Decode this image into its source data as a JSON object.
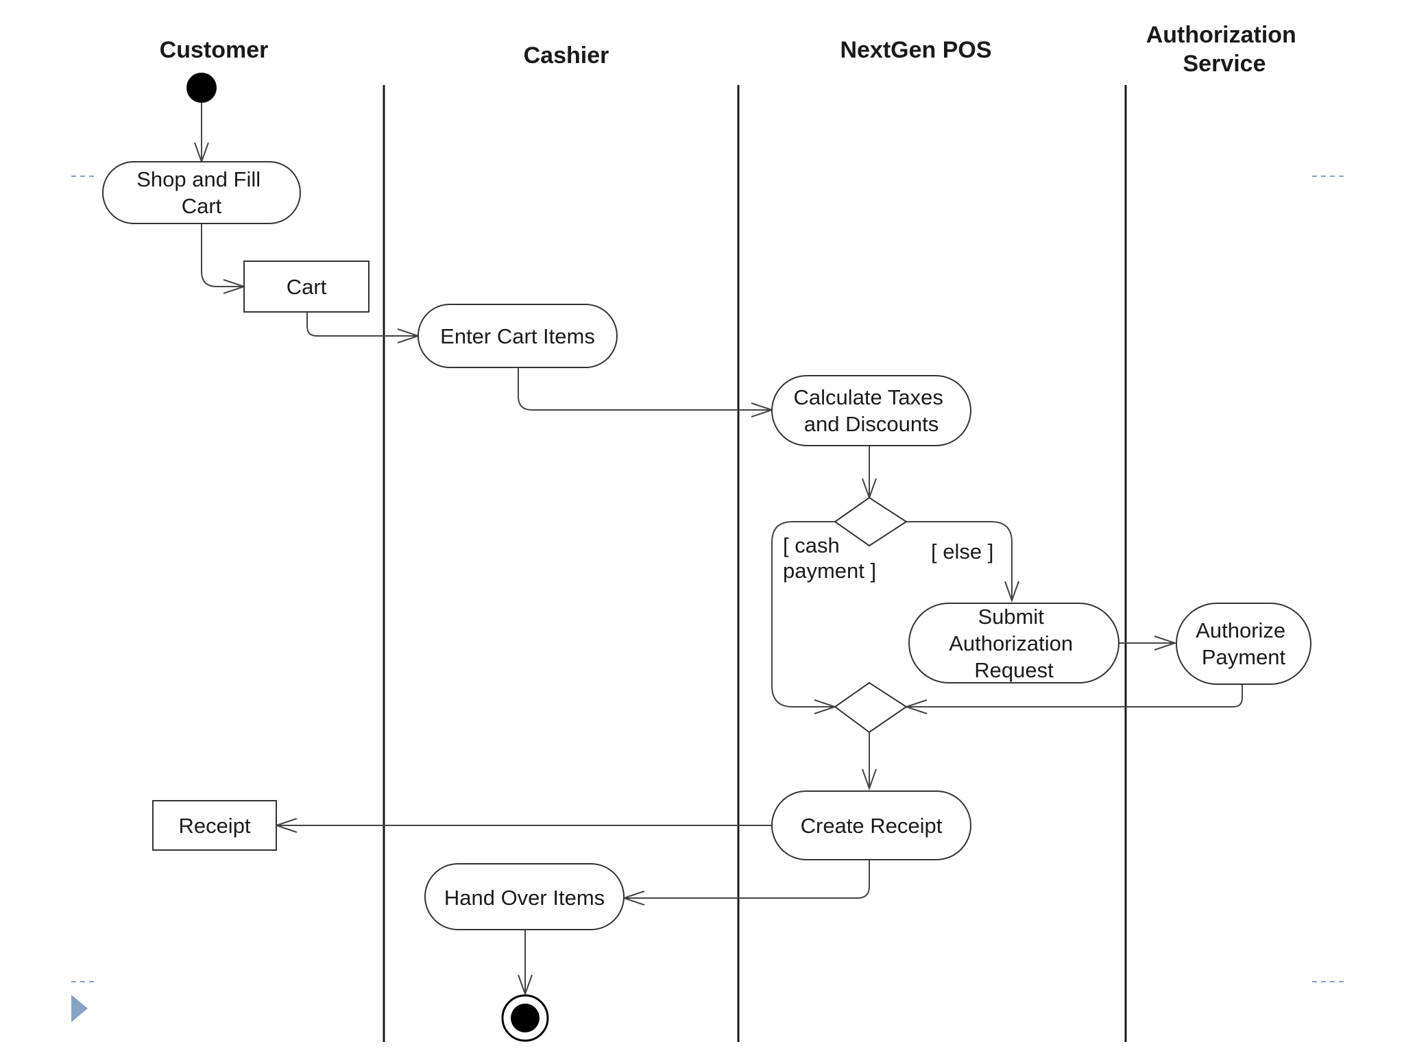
{
  "lanes": {
    "customer": "Customer",
    "cashier": "Cashier",
    "pos": "NextGen POS",
    "auth_line1": "Authorization",
    "auth_line2": "Service"
  },
  "nodes": {
    "shop_fill_cart": [
      "Shop and Fill",
      "Cart"
    ],
    "cart": "Cart",
    "enter_cart_items": "Enter Cart Items",
    "calculate_taxes": [
      "Calculate Taxes",
      "and Discounts"
    ],
    "submit_auth_request": [
      "Submit",
      "Authorization",
      "Request"
    ],
    "authorize_payment": [
      "Authorize",
      "Payment"
    ],
    "create_receipt": "Create Receipt",
    "receipt": "Receipt",
    "hand_over_items": "Hand Over Items"
  },
  "guards": {
    "cash_line1": "[ cash",
    "cash_line2": "payment ]",
    "else": "[ else ]"
  }
}
